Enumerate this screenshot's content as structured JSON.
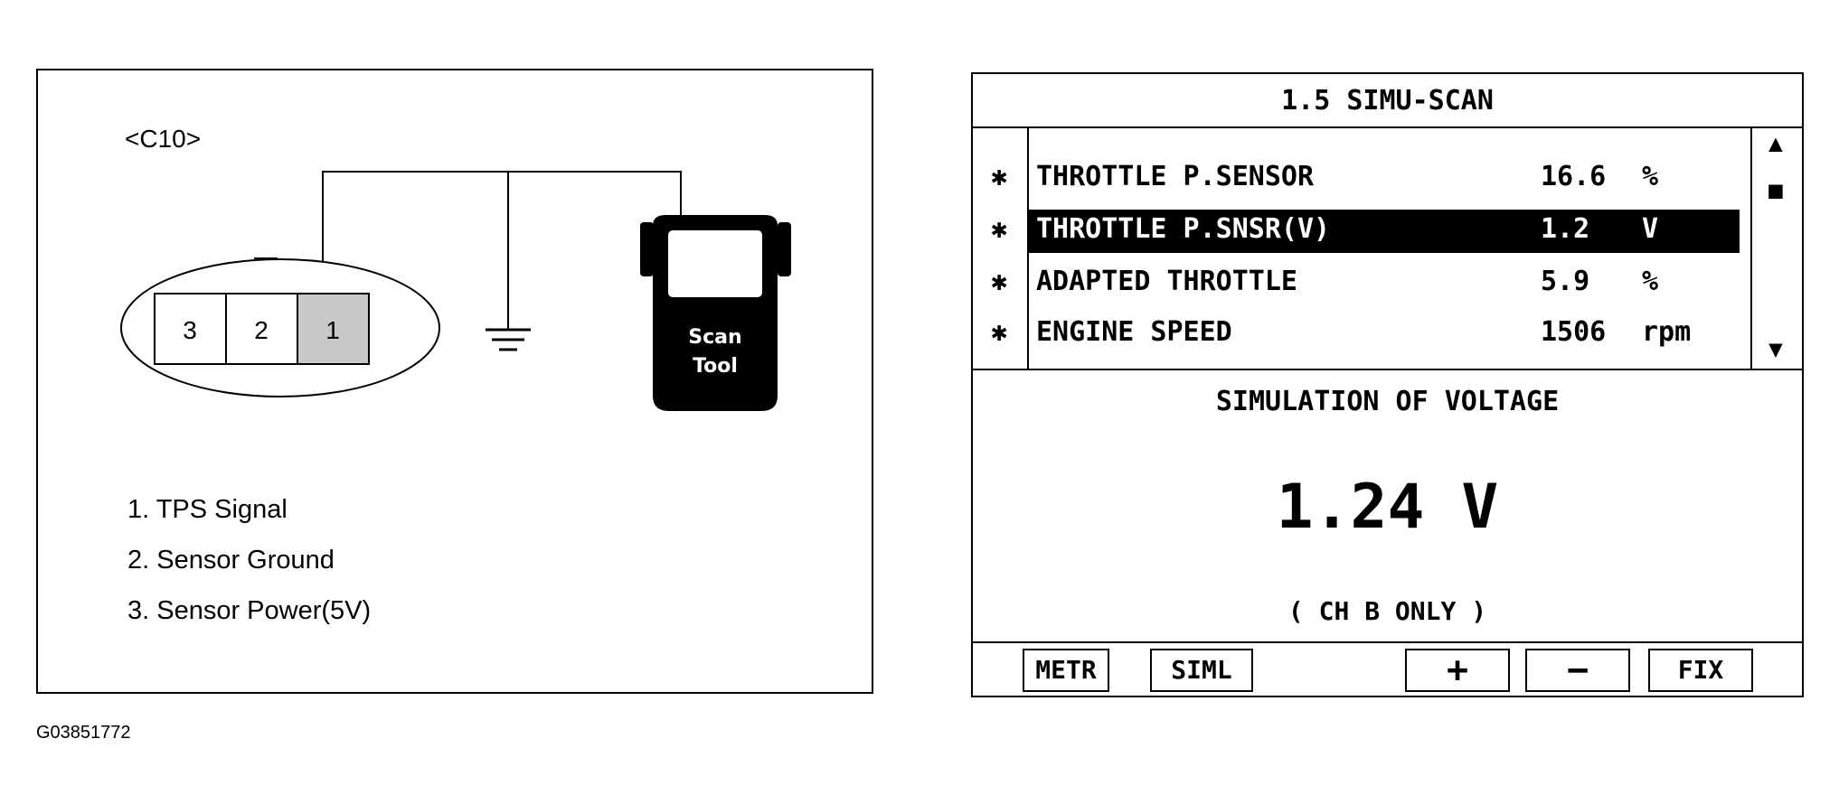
{
  "diagram": {
    "connector_label": "<C10>",
    "pins": [
      "3",
      "2",
      "1"
    ],
    "scan_tool_label_1": "Scan",
    "scan_tool_label_2": "Tool",
    "legend": [
      "1. TPS Signal",
      "2. Sensor Ground",
      "3. Sensor Power(5V)"
    ]
  },
  "scan_screen": {
    "title": "1.5 SIMU-SCAN",
    "rows": [
      {
        "marker": "✱",
        "name": "THROTTLE P.SENSOR",
        "value": "16.6",
        "unit": "%"
      },
      {
        "marker": "✱",
        "name": "THROTTLE P.SNSR(V)",
        "value": "1.2",
        "unit": "V"
      },
      {
        "marker": "✱",
        "name": "ADAPTED THROTTLE",
        "value": "5.9",
        "unit": "%"
      },
      {
        "marker": "✱",
        "name": "ENGINE SPEED",
        "value": "1506",
        "unit": "rpm"
      }
    ],
    "scroll_up_icon": "▲",
    "scroll_thumb_icon": "■",
    "scroll_down_icon": "▼",
    "simulation_title": "SIMULATION OF VOLTAGE",
    "simulation_value": "1.24 V",
    "simulation_note": "( CH B ONLY )",
    "softkeys": {
      "metr": "METR",
      "siml": "SIML",
      "plus": "+",
      "minus": "−",
      "fix": "FIX"
    }
  },
  "figure_id": "G03851772",
  "icons": {
    "ground": "ground-symbol-icon",
    "scan_tool": "scan-tool-icon",
    "connector": "connector-icon",
    "marker": "asterisk-icon"
  }
}
